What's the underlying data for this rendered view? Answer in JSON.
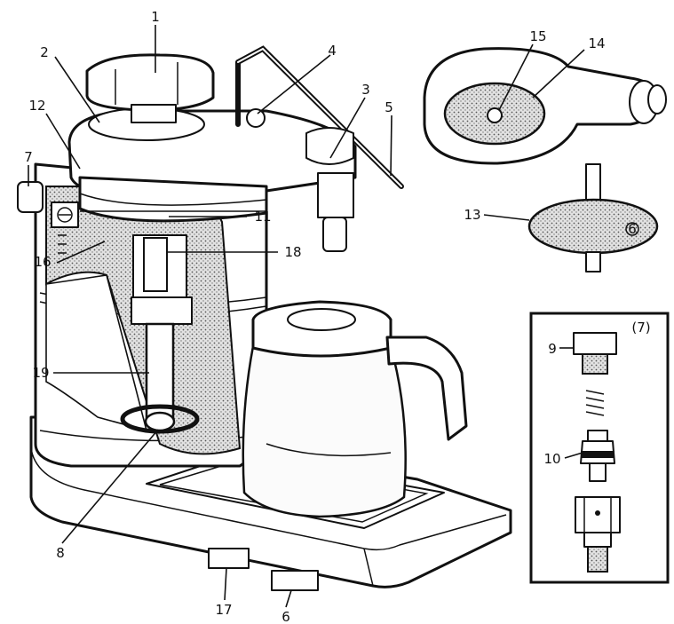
{
  "figure": {
    "callouts": [
      {
        "id": "c1",
        "text": "1"
      },
      {
        "id": "c2",
        "text": "2"
      },
      {
        "id": "c3",
        "text": "3"
      },
      {
        "id": "c4",
        "text": "4"
      },
      {
        "id": "c5",
        "text": "5"
      },
      {
        "id": "c6",
        "text": "6"
      },
      {
        "id": "c7",
        "text": "7"
      },
      {
        "id": "c8",
        "text": "8"
      },
      {
        "id": "c9",
        "text": "9"
      },
      {
        "id": "c10",
        "text": "10"
      },
      {
        "id": "c11",
        "text": "11"
      },
      {
        "id": "c12",
        "text": "12"
      },
      {
        "id": "c13",
        "text": "13"
      },
      {
        "id": "c14",
        "text": "14"
      },
      {
        "id": "c15",
        "text": "15"
      },
      {
        "id": "c16",
        "text": "16"
      },
      {
        "id": "c17",
        "text": "17"
      },
      {
        "id": "c18",
        "text": "18"
      },
      {
        "id": "c19",
        "text": "19"
      }
    ],
    "inset_title": "(7)",
    "disc_marking": "6"
  }
}
